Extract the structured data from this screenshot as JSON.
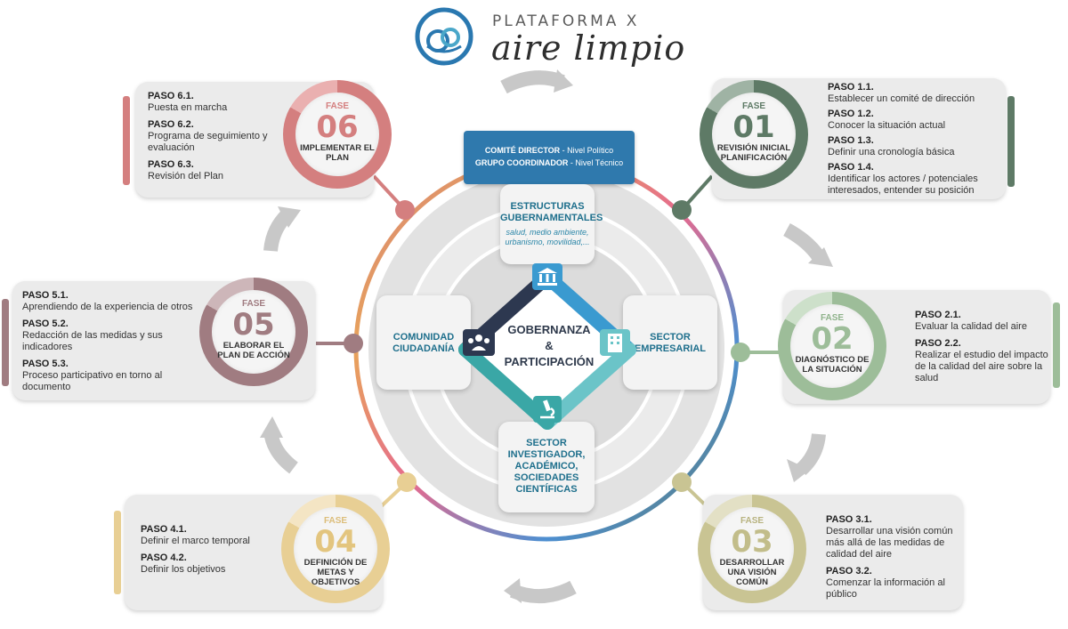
{
  "header": {
    "line1": "PLATAFORMA X",
    "line2": "aire limpio"
  },
  "colors": {
    "phase01": "#5e7a66",
    "phase02": "#9dbd99",
    "phase03": "#c9c493",
    "phase04": "#e8cf94",
    "phase05": "#a07c81",
    "phase06": "#d47f7f",
    "accent_blue": "#2f79ad",
    "teal": "#3aa7a6",
    "navy": "#2d3850"
  },
  "phases": [
    {
      "fase_label": "FASE",
      "number": "01",
      "title": "REVISIÓN INICIAL PLANIFICACIÓN",
      "steps": [
        {
          "paso": "PASO 1.1.",
          "text": "Establecer un comité de dirección"
        },
        {
          "paso": "PASO 1.2.",
          "text": "Conocer la situación actual"
        },
        {
          "paso": "PASO 1.3.",
          "text": "Definir una cronología básica"
        },
        {
          "paso": "PASO 1.4.",
          "text": "Identificar los actores / potenciales interesados, entender su posición"
        }
      ]
    },
    {
      "fase_label": "FASE",
      "number": "02",
      "title": "DIAGNÓSTICO DE LA SITUACIÓN",
      "steps": [
        {
          "paso": "PASO 2.1.",
          "text": "Evaluar la calidad del aire"
        },
        {
          "paso": "PASO 2.2.",
          "text": "Realizar el estudio del impacto de la calidad del aire sobre la salud"
        }
      ]
    },
    {
      "fase_label": "FASE",
      "number": "03",
      "title": "DESARROLLAR UNA VISIÓN COMÚN",
      "steps": [
        {
          "paso": "PASO 3.1.",
          "text": "Desarrollar una visión común más allá de las medidas de calidad del aire"
        },
        {
          "paso": "PASO 3.2.",
          "text": "Comenzar la información al público"
        }
      ]
    },
    {
      "fase_label": "FASE",
      "number": "04",
      "title": "DEFINICIÓN DE METAS Y OBJETIVOS",
      "steps": [
        {
          "paso": "PASO 4.1.",
          "text": "Definir el marco temporal"
        },
        {
          "paso": "PASO 4.2.",
          "text": "Definir los objetivos"
        }
      ]
    },
    {
      "fase_label": "FASE",
      "number": "05",
      "title": "ELABORAR EL PLAN DE ACCIÓN",
      "steps": [
        {
          "paso": "PASO 5.1.",
          "text": "Aprendiendo de la experiencia de otros"
        },
        {
          "paso": "PASO 5.2.",
          "text": "Redacción de las medidas y sus indicadores"
        },
        {
          "paso": "PASO 5.3.",
          "text": "Proceso participativo en torno al documento"
        }
      ]
    },
    {
      "fase_label": "FASE",
      "number": "06",
      "title": "IMPLEMENTAR EL PLAN",
      "steps": [
        {
          "paso": "PASO 6.1.",
          "text": "Puesta en marcha"
        },
        {
          "paso": "PASO 6.2.",
          "text": "Programa de seguimiento y evaluación"
        },
        {
          "paso": "PASO 6.3.",
          "text": "Revisión del Plan"
        }
      ]
    }
  ],
  "center": {
    "comite_line1_bold": "COMITÉ DIRECTOR",
    "comite_line1_rest": " - Nivel Político",
    "comite_line2_bold": "GRUPO COORDINADOR",
    "comite_line2_rest": " - Nivel Técnico",
    "top_title": "ESTRUCTURAS GUBERNAMENTALES",
    "top_sub": "salud, medio ambiente, urbanismo, movilidad,...",
    "left_title": "COMUNIDAD CIUDADANÍA",
    "right_title": "SECTOR EMPRESARIAL",
    "bottom_title": "SECTOR INVESTIGADOR, ACADÉMICO, SOCIEDADES CIENTÍFICAS",
    "core_line1": "GOBERNANZA",
    "core_line2": "&",
    "core_line3": "PARTICIPACIÓN"
  },
  "icons": [
    "cloud-logo-icon",
    "government-building-icon",
    "community-people-icon",
    "office-building-icon",
    "microscope-icon",
    "cycle-arrow-icon"
  ]
}
